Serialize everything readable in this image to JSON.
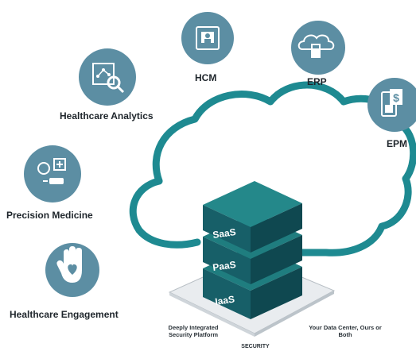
{
  "services": {
    "hcm": "HCM",
    "erp": "ERP",
    "epm": "EPM",
    "analytics": "Healthcare Analytics",
    "precision": "Precision Medicine",
    "engagement": "Healthcare Engagement"
  },
  "stack": {
    "saas": "SaaS",
    "paas": "PaaS",
    "iaas": "IaaS"
  },
  "base": {
    "left": "Deeply Integrated Security Platform",
    "right": "Your Data Center, Ours or Both",
    "bottom": "SECURITY"
  },
  "colors": {
    "circle": "#5c8ea3",
    "circle_light": "#7fa9ba",
    "cloud": "#1e8a91",
    "tier_top": "#1f7d7f",
    "tier_front": "#175f68",
    "tier_side": "#0f4850"
  }
}
